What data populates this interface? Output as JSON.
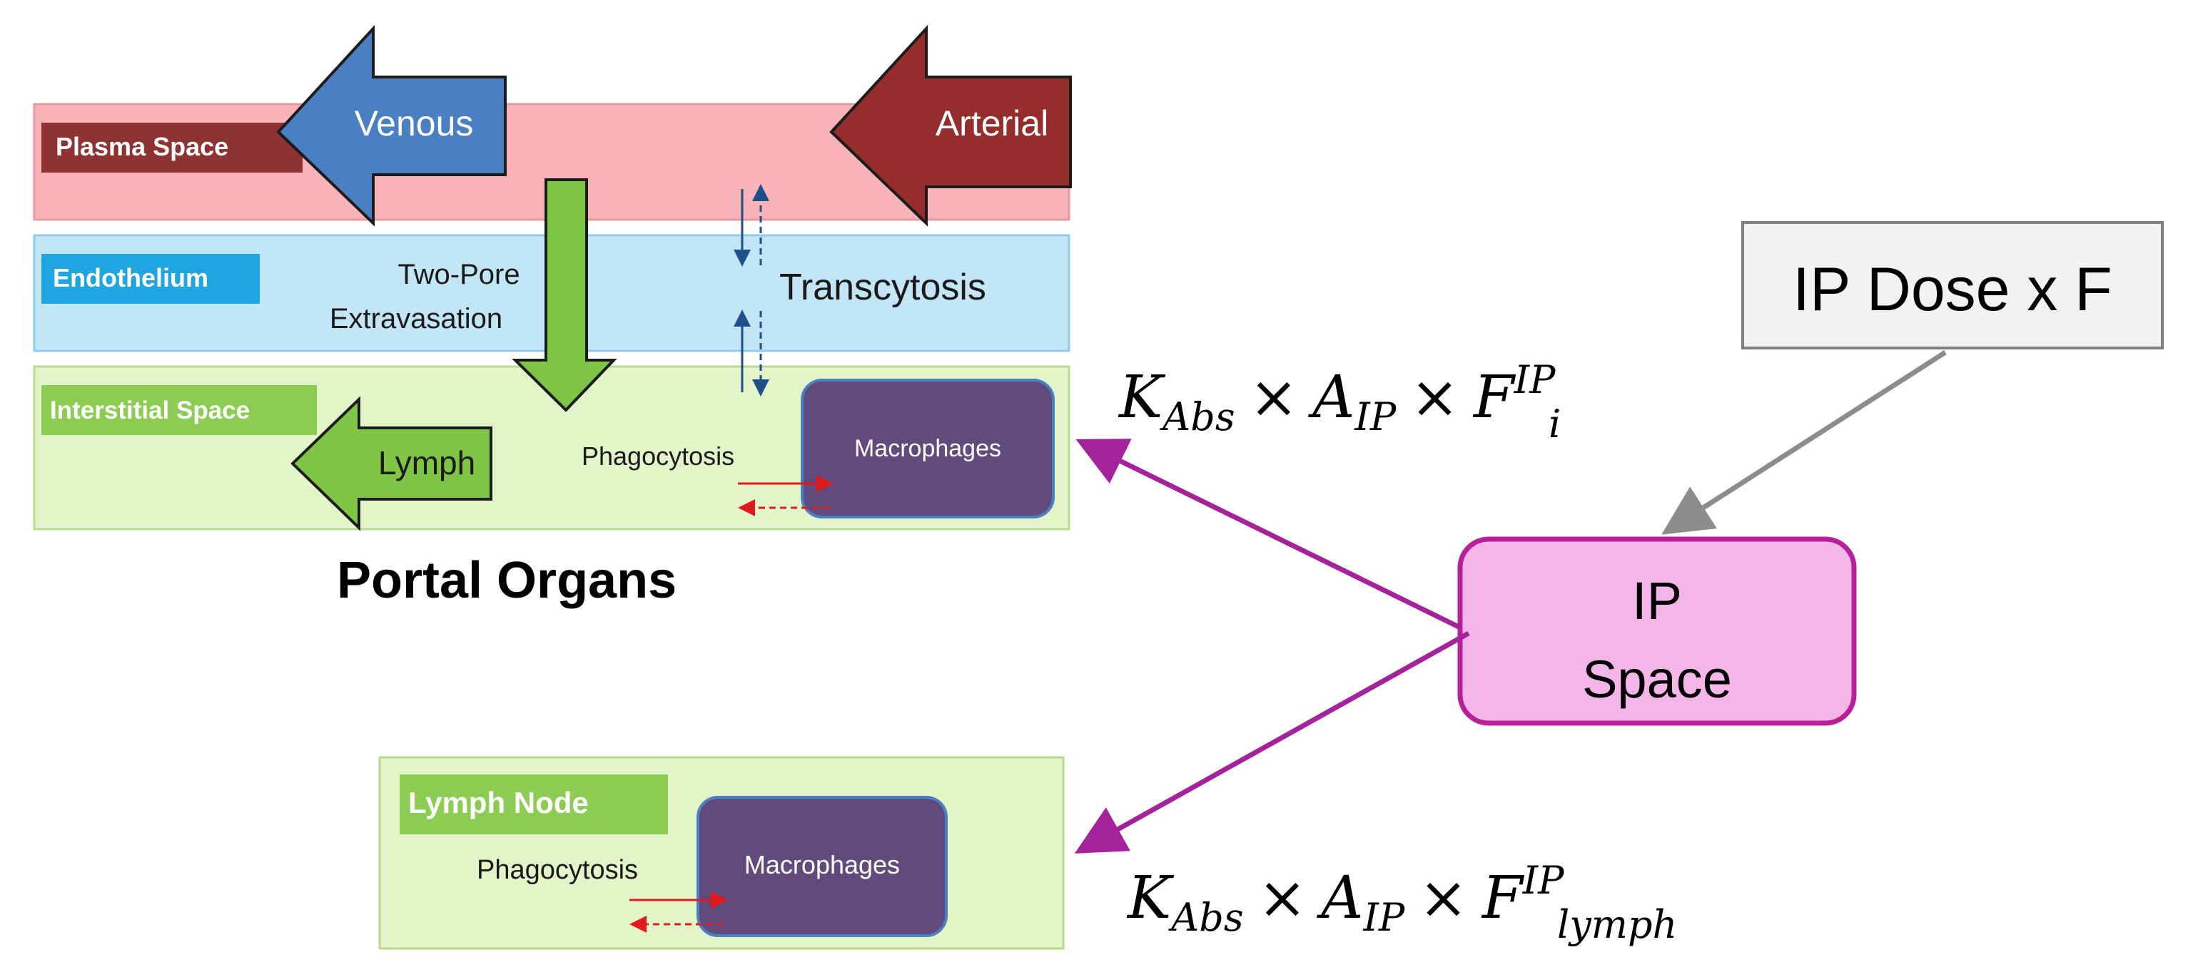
{
  "portal_organs": {
    "title": "Portal Organs",
    "plasma_space": {
      "label": "Plasma Space"
    },
    "endothelium": {
      "label": "Endothelium"
    },
    "interstitial_space": {
      "label": "Interstitial Space"
    },
    "venous_arrow": {
      "label": "Venous"
    },
    "arterial_arrow": {
      "label": "Arterial"
    },
    "extravasation": {
      "line1": "Two-Pore",
      "line2": "Extravasation"
    },
    "transcytosis": {
      "label": "Transcytosis"
    },
    "lymph_arrow": {
      "label": "Lymph"
    },
    "phagocytosis": {
      "label": "Phagocytosis"
    },
    "macrophages": {
      "label": "Macrophages"
    }
  },
  "lymph_node": {
    "label": "Lymph Node",
    "phagocytosis": {
      "label": "Phagocytosis"
    },
    "macrophages": {
      "label": "Macrophages"
    }
  },
  "ip_dose": {
    "label": "IP Dose x F"
  },
  "ip_space": {
    "line1": "IP",
    "line2": "Space"
  },
  "equations": {
    "to_organs": {
      "k": "K",
      "k_sub": "Abs",
      "times": "×",
      "a": "A",
      "a_sub": "IP",
      "f": "F",
      "f_sup": "IP",
      "f_sub": "i"
    },
    "to_lymph": {
      "k": "K",
      "k_sub": "Abs",
      "times": "×",
      "a": "A",
      "a_sub": "IP",
      "f": "F",
      "f_sup": "IP",
      "f_sub": "lymph"
    }
  },
  "colors": {
    "plasma_fill": "#f7b3b7",
    "endothelium_fill": "#c3e6f7",
    "interstitial_fill": "#e3f5c8",
    "venous_arrow": "#4a7fc1",
    "arterial_arrow": "#962d2d",
    "green_arrow": "#7ec545",
    "macrophage_fill": "#604b7c",
    "ip_space_fill": "#f4b6e8",
    "ip_space_border": "#b8209a",
    "magenta_arrow": "#a4229a",
    "gray_arrow": "#8c8c8c"
  }
}
